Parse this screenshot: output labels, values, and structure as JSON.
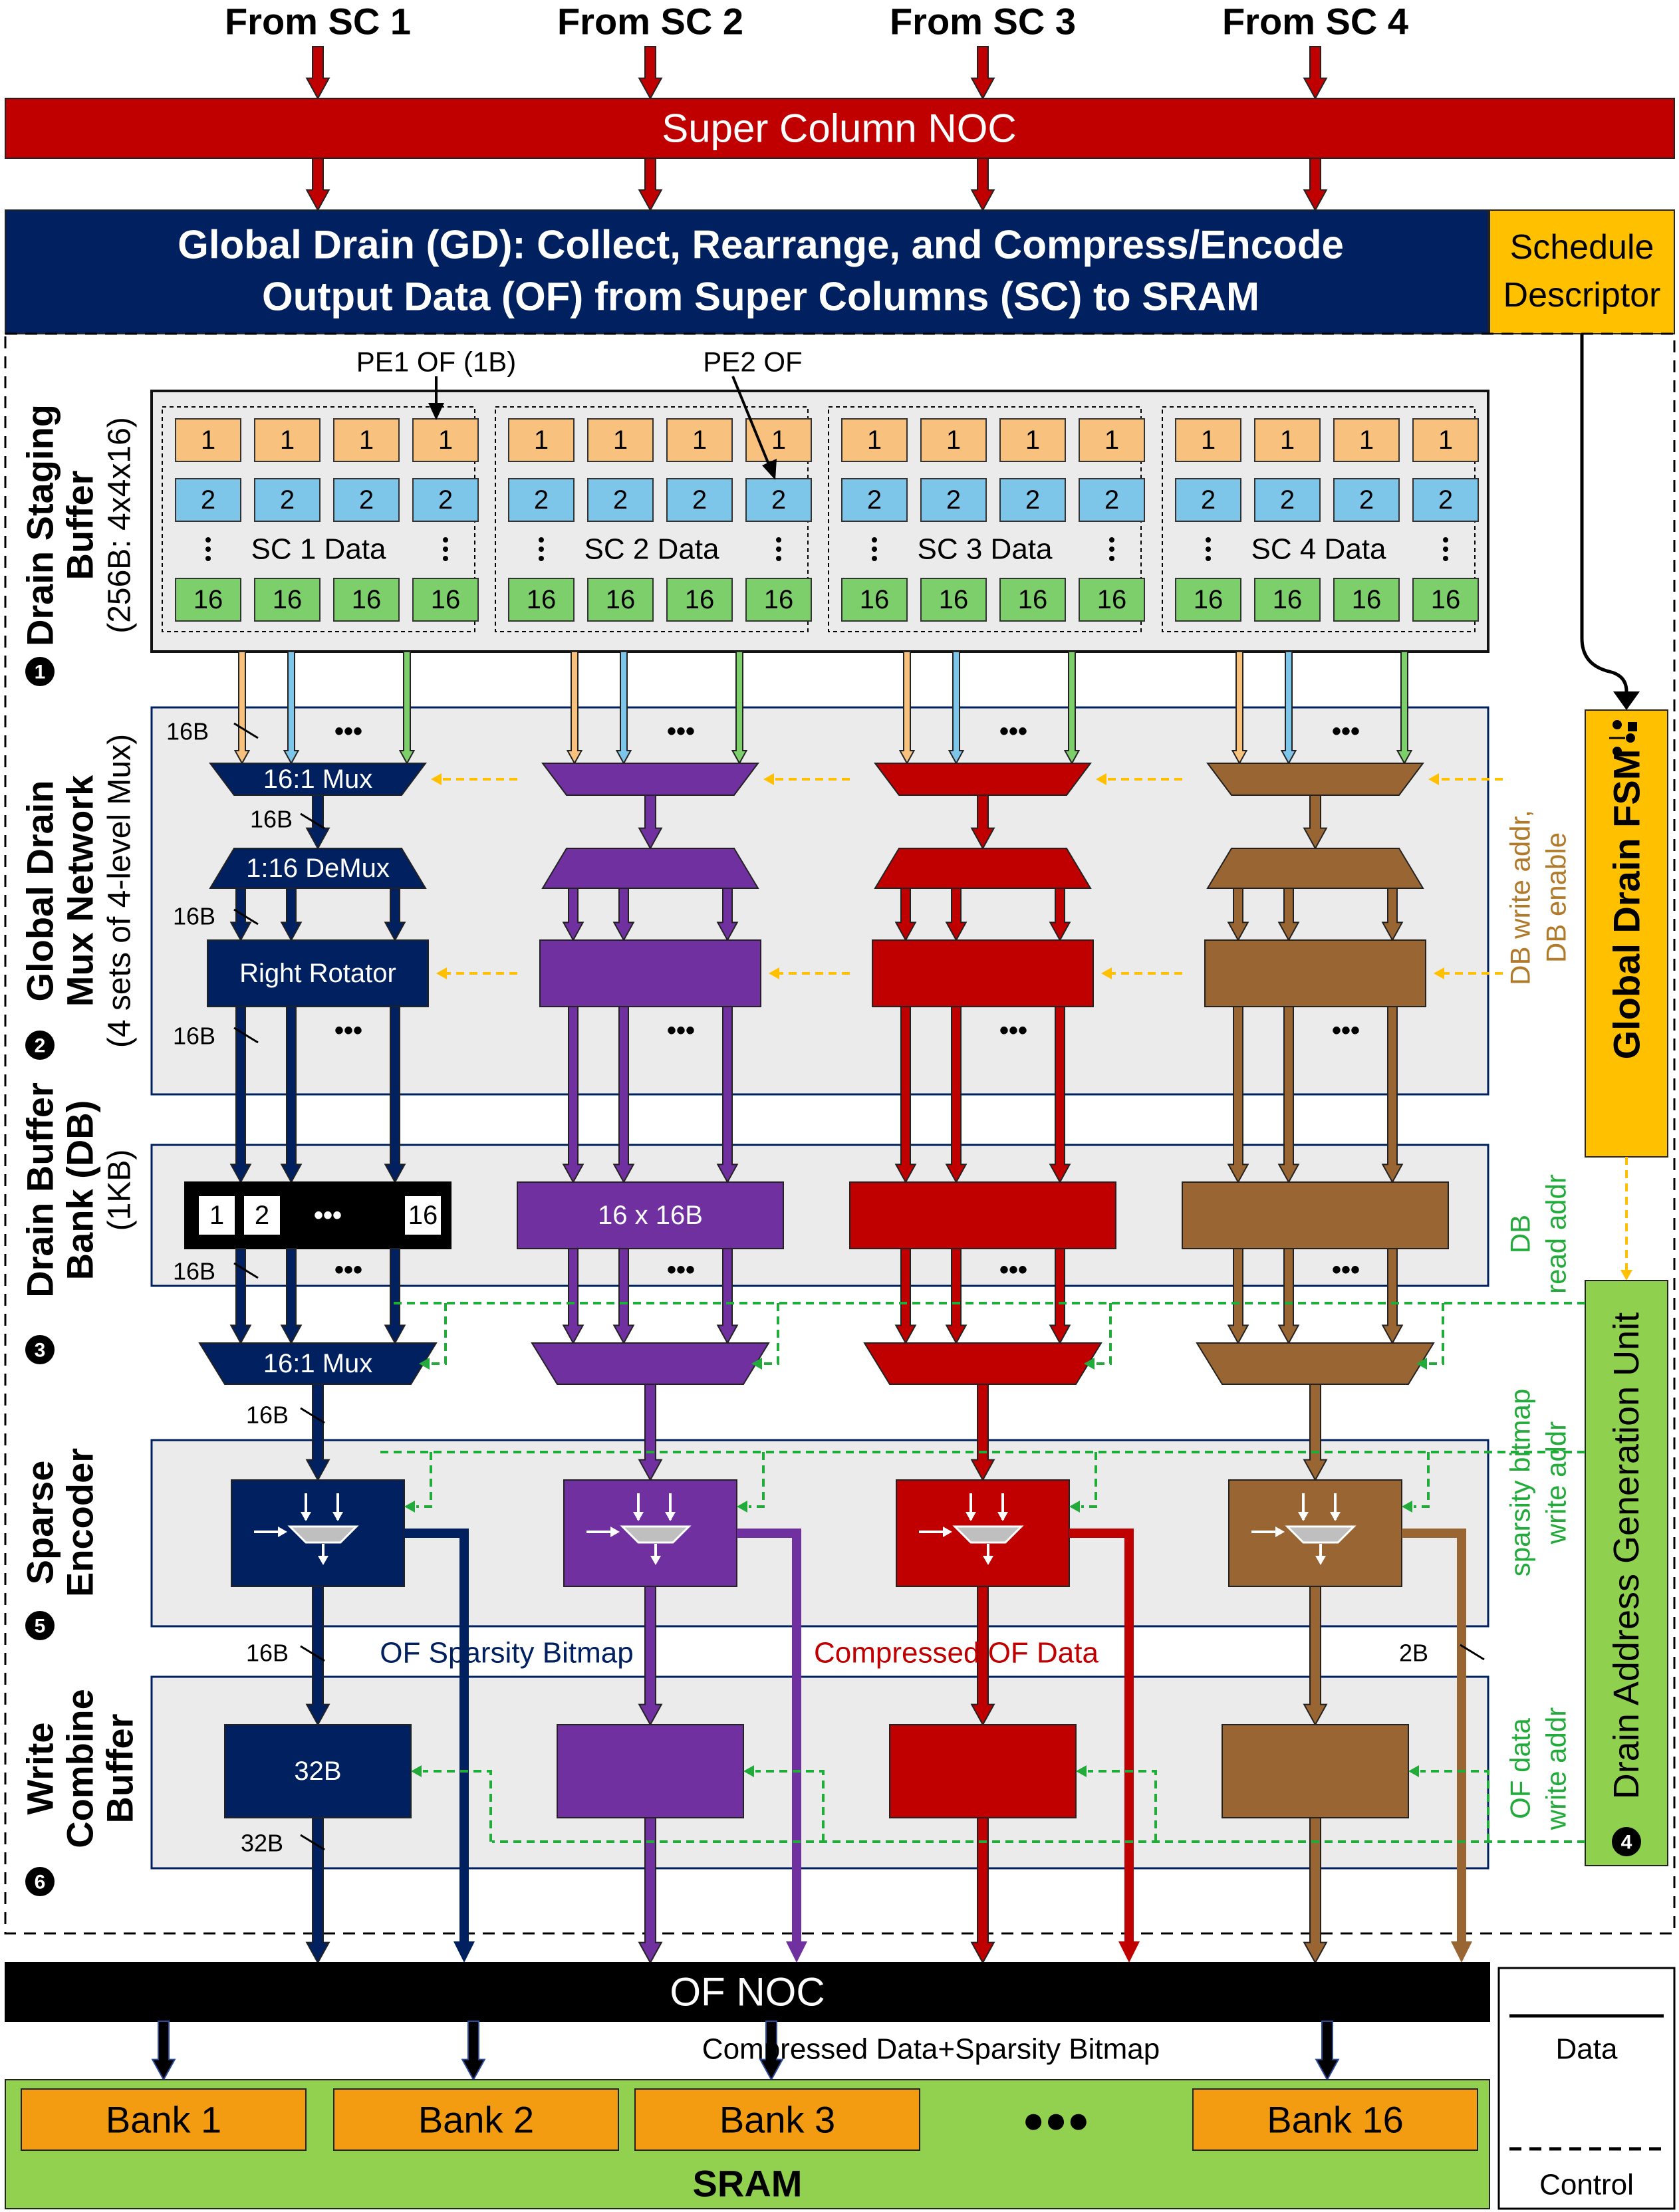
{
  "inputs": [
    "From SC 1",
    "From SC 2",
    "From SC 3",
    "From SC 4"
  ],
  "noc": {
    "label": "Super Column NOC"
  },
  "global_drain": {
    "line1": "Global Drain (GD): Collect, Rearrange, and Compress/Encode",
    "line2": "Output Data (OF) from Super Columns (SC) to SRAM"
  },
  "schedule": {
    "line1": "Schedule",
    "line2": "Descriptor"
  },
  "stages": {
    "s1": {
      "num": "1",
      "line1": "Drain Staging",
      "line2": "Buffer",
      "line3": "(256B: 4x4x16)"
    },
    "s2": {
      "num": "2",
      "line1": "Global Drain",
      "line2": "Mux Network",
      "line3": "(4 sets of 4-level Mux)"
    },
    "s3": {
      "num": "3",
      "line1": "Drain Buffer",
      "line2": "Bank (DB)",
      "line3": "(1KB)"
    },
    "s5": {
      "num": "5",
      "line1": "Sparse",
      "line2": "Encoder"
    },
    "s6": {
      "num": "6",
      "line1": "Write",
      "line2": "Combine",
      "line3": "Buffer"
    }
  },
  "staging": {
    "pe1_label": "PE1 OF (1B)",
    "pe2_label": "PE2 OF",
    "row_values": [
      "1",
      "2",
      "16"
    ],
    "ellipsis": "⋮",
    "groups": [
      "SC 1 Data",
      "SC 2 Data",
      "SC 3 Data",
      "SC 4 Data"
    ]
  },
  "mux": {
    "mux16": "16:1 Mux",
    "demux": "1:16 DeMux",
    "rotator": "Right Rotator",
    "dots": "•••"
  },
  "widths": {
    "w16": "16B",
    "w32": "32B",
    "w2": "2B"
  },
  "db": {
    "cells": [
      "1",
      "2",
      "•••",
      "16"
    ],
    "size_label": "16 x 16B"
  },
  "encoder": {
    "bitmap_label": "OF Sparsity Bitmap",
    "compressed_label": "Compressed OF Data"
  },
  "wcb": {
    "label": "32B"
  },
  "fsm": {
    "label": "Global Drain FSM"
  },
  "control_labels": {
    "db_write": "DB write addr,",
    "db_enable": "DB enable",
    "db_read1": "DB",
    "db_read2": "read addr",
    "sparsity1": "sparsity bitmap",
    "sparsity2": "write addr",
    "ofdata1": "OF data",
    "ofdata2": "write addr"
  },
  "dagu": {
    "label": "Drain Address Generation Unit",
    "num": "4"
  },
  "of_noc": {
    "label": "OF NOC"
  },
  "sram": {
    "label": "SRAM",
    "compressed_label": "Compressed Data+Sparsity Bitmap",
    "banks": [
      "Bank 1",
      "Bank 2",
      "Bank 3",
      "Bank 16"
    ],
    "dots": "●●●"
  },
  "legend": {
    "data": "Data",
    "control": "Control"
  },
  "colors": {
    "noc_red": "#c00000",
    "gd_navy": "#002060",
    "schedule_yellow": "#ffc000",
    "sc1_navy": "#002060",
    "sc2_purple": "#7030a0",
    "sc3_red": "#c00000",
    "sc4_brown": "#996633",
    "row1_orange": "#f8c27e",
    "row2_blue": "#7dc6ea",
    "row16_green": "#7ccf6a",
    "fsm_yellow": "#ffc000",
    "dagu_green": "#8fd14f",
    "control_green": "#22aa3a",
    "control_orange": "#ffc000",
    "sram_green": "#92d050",
    "bank_orange": "#f39c12"
  }
}
